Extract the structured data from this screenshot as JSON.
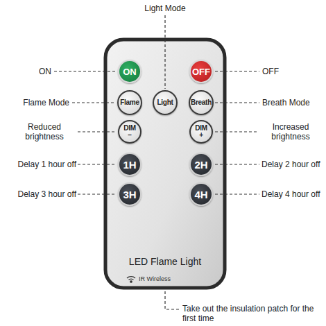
{
  "diagram": {
    "nodes": [
      {
        "text": [
          "LED Flame Light",
          "IR Wireless"
        ]
      },
      {
        "text": [
          "ON"
        ],
        "in": 0
      },
      {
        "text": [
          "OFF"
        ],
        "in": 0
      },
      {
        "text": [
          "Flame"
        ],
        "in": 0
      },
      {
        "text": [
          "Light"
        ],
        "in": 0
      },
      {
        "text": [
          "Breath"
        ],
        "in": 0
      },
      {
        "text": [
          "DIM",
          "–"
        ],
        "in": 0
      },
      {
        "text": [
          "DIM",
          "+"
        ],
        "in": 0
      },
      {
        "text": [
          "1H"
        ],
        "in": 0
      },
      {
        "text": [
          "2H"
        ],
        "in": 0
      },
      {
        "text": [
          "3H"
        ],
        "in": 0
      },
      {
        "text": [
          "4H"
        ],
        "in": 0
      }
    ],
    "labels": [
      "Light Mode",
      "ON",
      "OFF",
      "Flame Mode",
      "Breath Mode",
      "Reduced brightness",
      "Increased brightness",
      "Delay 1 hour off",
      "Delay 2 hour off",
      "Delay 3 hour off",
      "Delay 4 hour off",
      "Take out the insulation patch for the first time"
    ]
  }
}
